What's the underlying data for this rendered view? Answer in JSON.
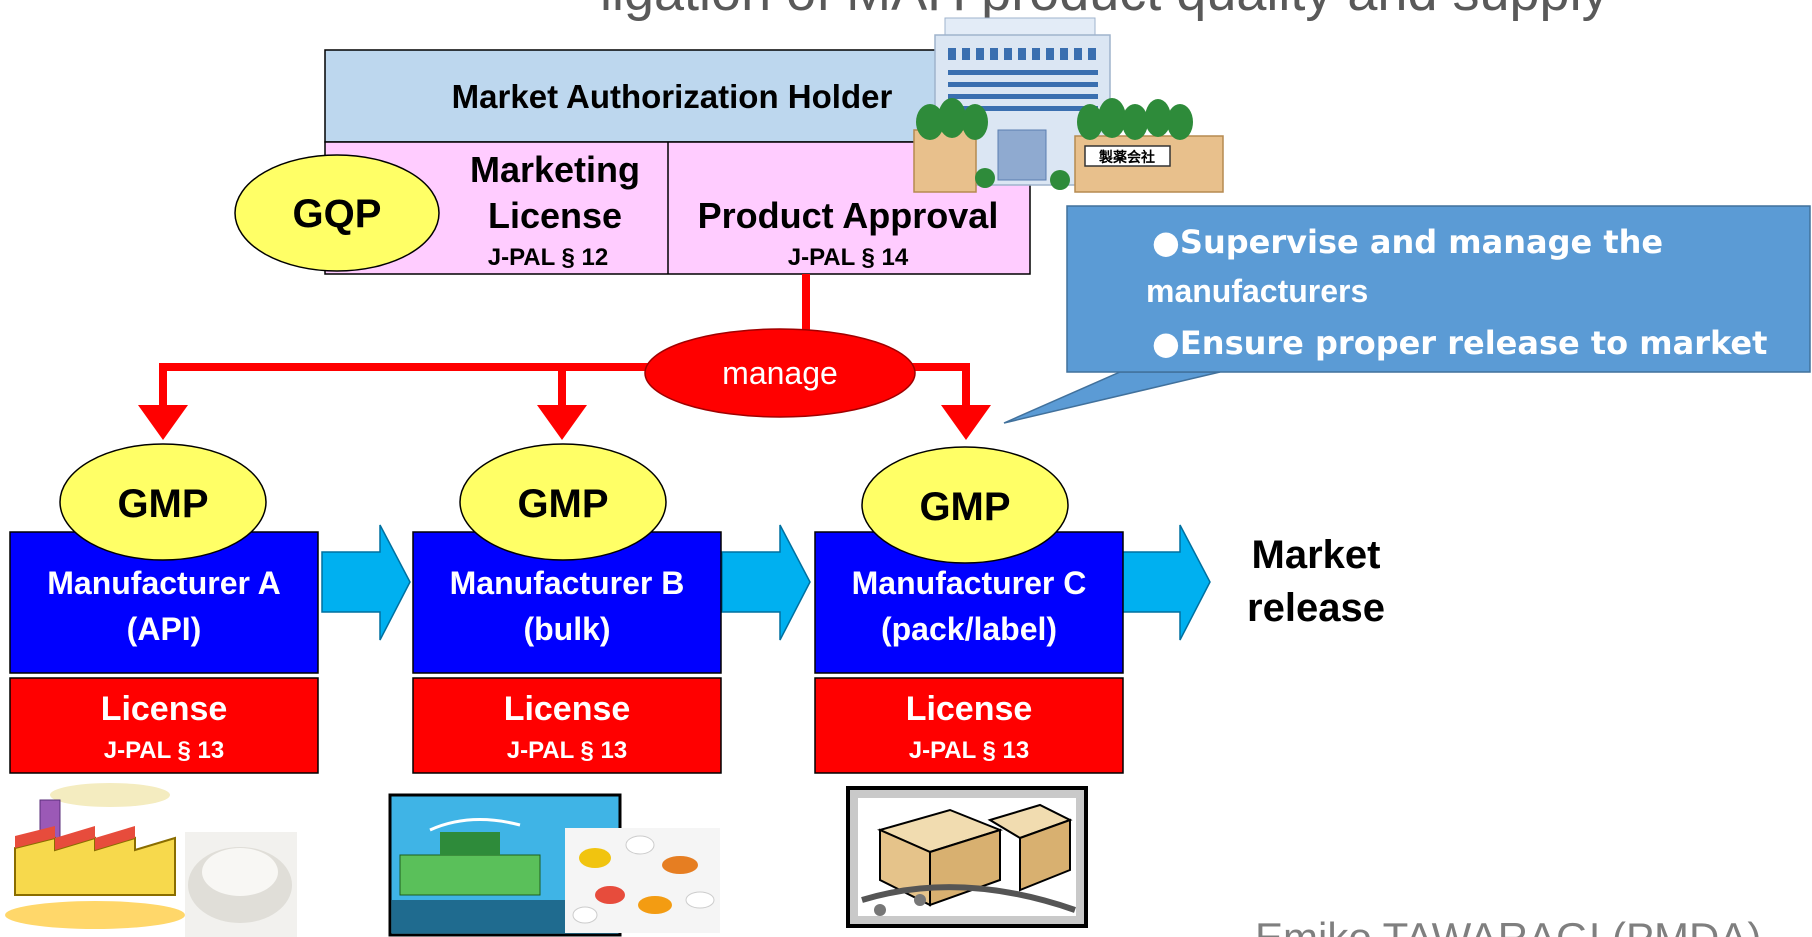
{
  "header": {
    "title_partial": "ligation of MAH product quality and supply"
  },
  "mah": {
    "title": "Market Authorization Holder",
    "gqp": "GQP",
    "marketing_license_line1": "Marketing",
    "marketing_license_line2": "License",
    "marketing_license_law": "J-PAL § 12",
    "product_approval": "Product Approval",
    "product_approval_law": "J-PAL § 14",
    "building_sign": "製薬会社"
  },
  "manage_label": "manage",
  "callout": {
    "bullet": "●",
    "line1": "Supervise and manage the",
    "line2": "manufacturers",
    "line3": "Ensure proper release to market"
  },
  "manufacturers": [
    {
      "gmp": "GMP",
      "name": "Manufacturer A",
      "role": "(API)",
      "license": "License",
      "law": "J-PAL § 13"
    },
    {
      "gmp": "GMP",
      "name": "Manufacturer B",
      "role": "(bulk)",
      "license": "License",
      "law": "J-PAL § 13"
    },
    {
      "gmp": "GMP",
      "name": "Manufacturer C",
      "role": "(pack/label)",
      "license": "License",
      "law": "J-PAL § 13"
    }
  ],
  "market_release": {
    "line1": "Market",
    "line2": "release"
  },
  "footer_credit": "Emiko TAWARAGI (PMDA)",
  "colors": {
    "mah_header": "#bdd7ee",
    "mah_body": "#ffccff",
    "gmp_ellipse": "#ffff66",
    "manufacturer": "#0000ff",
    "license": "#ff0000",
    "arrow_red": "#ff0000",
    "flow_arrow": "#00b0f0",
    "callout": "#5b9bd5"
  }
}
